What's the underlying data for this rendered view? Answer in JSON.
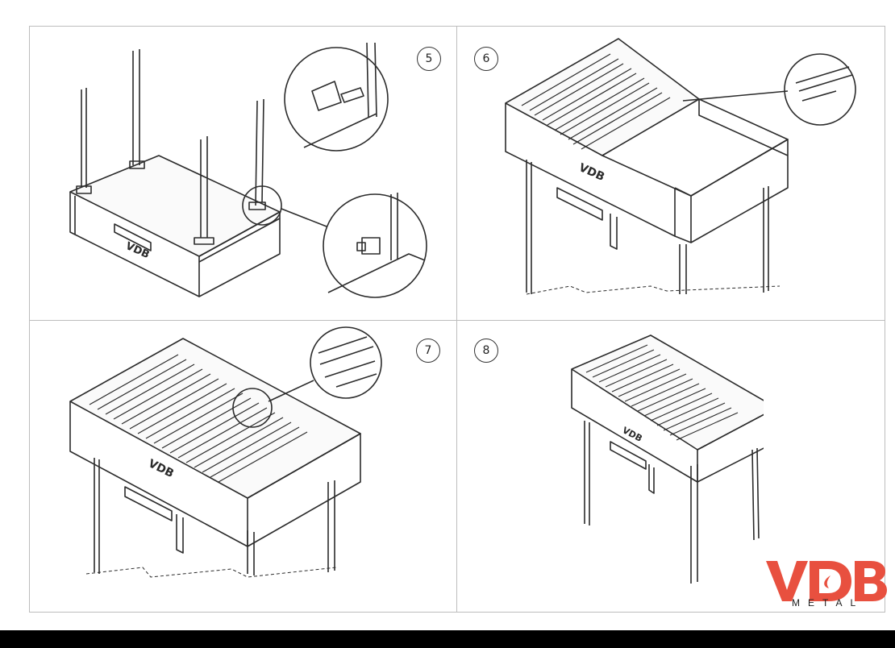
{
  "steps": [
    {
      "number": "5"
    },
    {
      "number": "6"
    },
    {
      "number": "7"
    },
    {
      "number": "8"
    }
  ],
  "brand": {
    "name": "VDB",
    "tagline": "METAL",
    "color": "#e8503f"
  },
  "colors": {
    "line": "#2b2b2b",
    "frame": "#bdbdbd"
  }
}
